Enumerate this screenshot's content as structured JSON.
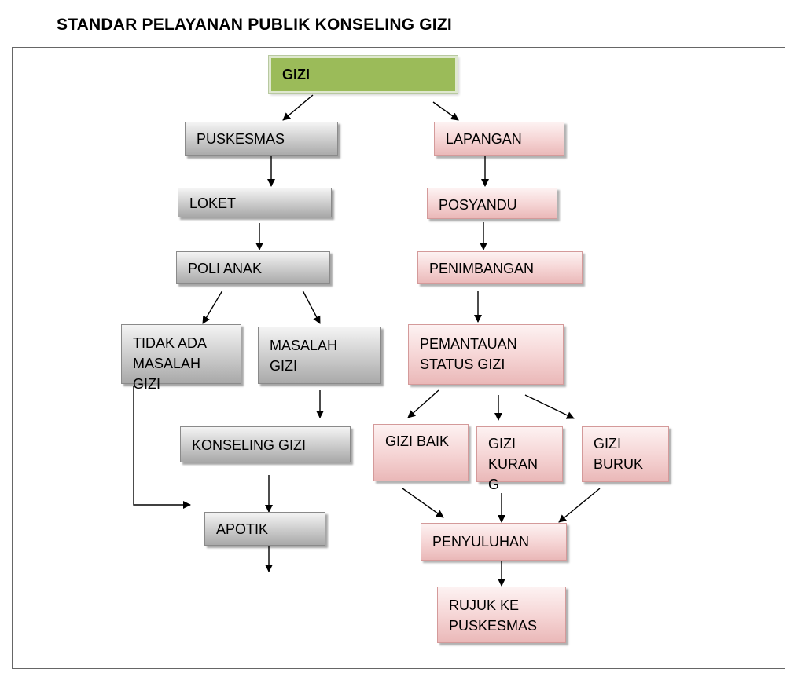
{
  "page": {
    "title": "STANDAR PELAYANAN PUBLIK KONSELING GIZI"
  },
  "nodes": {
    "gizi": "GIZI",
    "puskesmas": "PUSKESMAS",
    "loket": "LOKET",
    "poli_anak": "POLI ANAK",
    "tidak_ada_masalah": "TIDAK ADA\nMASALAH\nGIZI",
    "masalah_gizi": "MASALAH\nGIZI",
    "konseling_gizi": "KONSELING GIZI",
    "apotik": "APOTIK",
    "lapangan": "LAPANGAN",
    "posyandu": "POSYANDU",
    "penimbangan": "PENIMBANGAN",
    "pemantauan": "PEMANTAUAN\nSTATUS GIZI",
    "gizi_baik": "GIZI BAIK",
    "gizi_kurang": "GIZI\nKURAN\nG",
    "gizi_buruk": "GIZI\nBURUK",
    "penyuluhan": "PENYULUHAN",
    "rujuk": "RUJUK KE\nPUSKESMAS"
  },
  "colors": {
    "root": "#9bbb59",
    "left_branch": "#c0c0c0",
    "right_branch": "#f2caca"
  }
}
